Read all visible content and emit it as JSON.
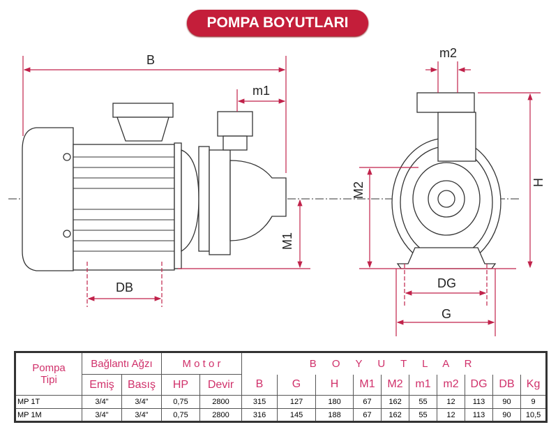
{
  "title": "POMPA BOYUTLARI",
  "drawing_labels": {
    "B": "B",
    "m1": "m1",
    "m2": "m2",
    "M1": "M1",
    "M2": "M2",
    "H": "H",
    "DB": "DB",
    "DG": "DG",
    "G": "G"
  },
  "colors": {
    "accent": "#c41e3a",
    "dimension": "#c0224a",
    "header_text": "#d0306a"
  },
  "table": {
    "group_headers": {
      "pump_type": "Pompa Tipi",
      "connection": "Bağlantı Ağzı",
      "motor": "M o t o r",
      "dimensions": "B O Y U T L A R"
    },
    "columns": [
      "Emiş",
      "Basış",
      "HP",
      "Devir",
      "B",
      "G",
      "H",
      "M1",
      "M2",
      "m1",
      "m2",
      "DG",
      "DB",
      "Kg"
    ],
    "rows": [
      [
        "MP 1T",
        "3/4\"",
        "3/4\"",
        "0,75",
        "2800",
        "315",
        "127",
        "180",
        "67",
        "162",
        "55",
        "12",
        "113",
        "90",
        "9"
      ],
      [
        "MP 1M",
        "3/4\"",
        "3/4\"",
        "0,75",
        "2800",
        "316",
        "145",
        "188",
        "67",
        "162",
        "55",
        "12",
        "113",
        "90",
        "10,5"
      ]
    ]
  }
}
